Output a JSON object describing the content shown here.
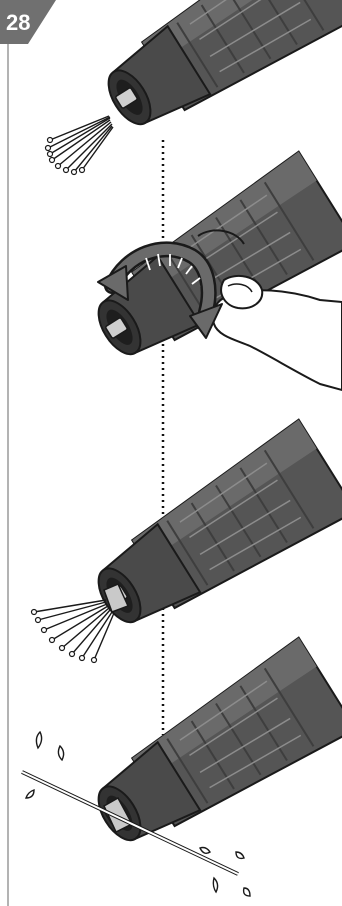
{
  "step": {
    "number": "28"
  },
  "colors": {
    "badge": "#707070",
    "frame": "#9a9a9a",
    "body_dark": "#4f4f4f",
    "body_light": "#6b6b6b",
    "rib": "#8a8a8a",
    "nozzle_inner": "#2f2f2f",
    "blade": "#c8c8c8",
    "outline": "#1a1a1a",
    "hand": "#ffffff",
    "dotted_line": "#111111"
  },
  "panels": [
    {
      "id": "bristles-inserted",
      "icon": "brush-bristles-icon"
    },
    {
      "id": "rotate-nozzle",
      "icon": "rotate-arrow-icon"
    },
    {
      "id": "bristles-cut",
      "icon": "fanned-bristles-icon"
    },
    {
      "id": "thread-cut",
      "icon": "thread-water-drops-icon"
    }
  ]
}
